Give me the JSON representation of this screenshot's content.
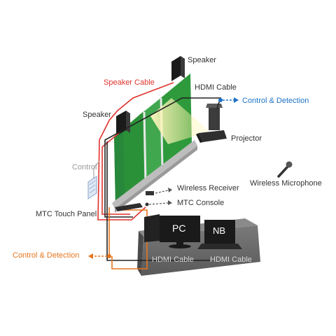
{
  "labels": {
    "speaker_top": "Speaker",
    "speaker_left": "Speaker",
    "speaker_cable": "Speaker Cable",
    "hdmi_cable_top": "HDMI Cable",
    "control_detection_right": "Control & Detection",
    "projector": "Projector",
    "control": "Control",
    "wireless_microphone": "Wireless Microphone",
    "wireless_receiver": "Wireless Receiver",
    "mtc_console": "MTC Console",
    "mtc_touch_panel": "MTC Touch Panel",
    "pc": "PC",
    "nb": "NB",
    "control_detection_left": "Control & Detection",
    "hdmi_cable_pc": "HDMI Cable",
    "hdmi_cable_nb": "HDMI Cable"
  },
  "colors": {
    "speaker_cable": "#e0322c",
    "hdmi_cable": "#222222",
    "control_detection_right": "#1f73c8",
    "control_detection_left": "#e6761e",
    "screen": "#2e9a3c",
    "desk": "#5a5a5a"
  },
  "icons": [
    "speaker-icon",
    "projector-icon",
    "touch-panel-icon",
    "microphone-icon",
    "pc-monitor-icon",
    "notebook-icon",
    "console-icon",
    "receiver-icon"
  ]
}
